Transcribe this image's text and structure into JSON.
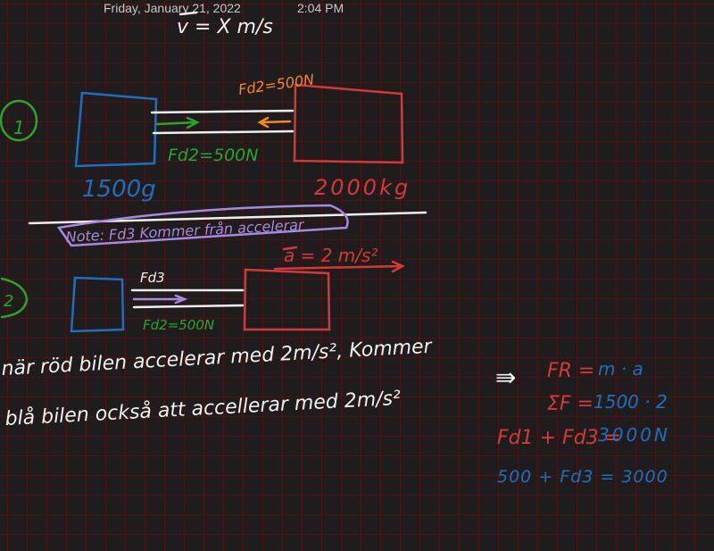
{
  "header": {
    "date": "Friday, January 21, 2022",
    "time": "2:04 PM"
  },
  "colors": {
    "white": "#f0f0f0",
    "blue": "#1f6fc0",
    "red": "#d23a3a",
    "green": "#2aa52a",
    "orange": "#f08c1c",
    "purple": "#a48ae0"
  },
  "ink": {
    "velocity": "v = X m/s",
    "circle1": "1",
    "fd_top": "Fd2=500N",
    "fd_green": "Fd2=500N",
    "mass_blue": "1500g",
    "mass_red": "2000kg",
    "note": "Note: Fd3 Kommer från accelerar",
    "accel": "a = 2 m/s²",
    "circle2": "2",
    "fd3": "Fd3",
    "fd_d2": "Fd2=500N",
    "line1": "när röd bilen accelerar med 2m/s², Kommer",
    "line2": "blå bilen också att accellerar med 2m/s²",
    "implies": "⇛",
    "eq1_left": "FR =",
    "eq1_right": "m · a",
    "eq2_left": "ΣF =",
    "eq2_right": "1500 · 2",
    "eq3_left": "Fd1 + Fd3 =",
    "eq3_right": "3000N",
    "eq4": "500 + Fd3 = 3000"
  }
}
